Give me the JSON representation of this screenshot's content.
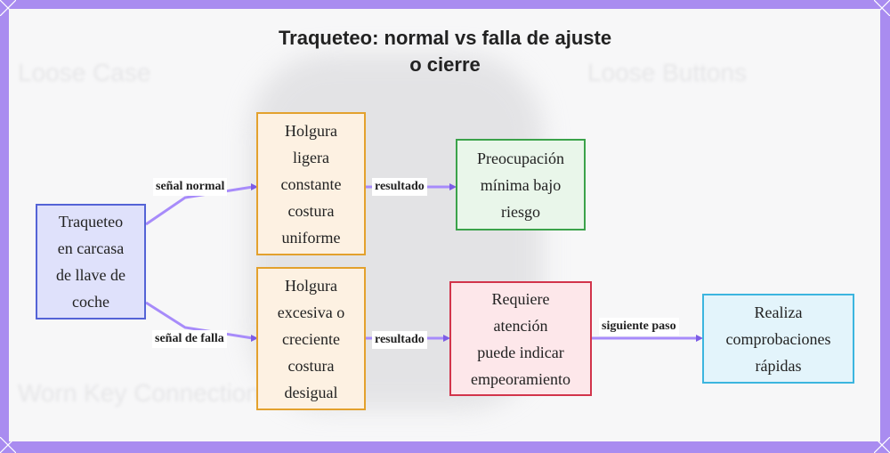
{
  "title": {
    "line1": "Traqueteo: normal vs falla de ajuste",
    "line2": "o cierre"
  },
  "nodes": {
    "start": "Traqueteo\nen carcasa\nde llave de\ncoche",
    "normal": "Holgura\nligera\nconstante\ncostura\nuniforme",
    "fault": "Holgura\nexcesiva o\ncreciente\ncostura\ndesigual",
    "low_risk": "Preocupación\nmínima bajo\nriesgo",
    "attention": "Requiere\natención\npuede indicar\nempeoramiento",
    "checks": "Realiza\ncomprobaciones\nrápidas"
  },
  "edge_labels": {
    "normal_signal": "señal normal",
    "fault_signal": "señal de falla",
    "result_1": "resultado",
    "result_2": "resultado",
    "next_step": "siguiente paso"
  },
  "background_text": {
    "loose_case": "Loose Case",
    "loose_buttons": "Loose Buttons",
    "worn_key": "Worn Key Connection"
  },
  "colors": {
    "frame": "#a98cf0",
    "edge": "#a78bfa",
    "start_border": "#5463d6",
    "middle_border": "#e3a12d",
    "low_risk_border": "#3ba24a",
    "attention_border": "#d2344b",
    "checks_border": "#3cb5df"
  }
}
